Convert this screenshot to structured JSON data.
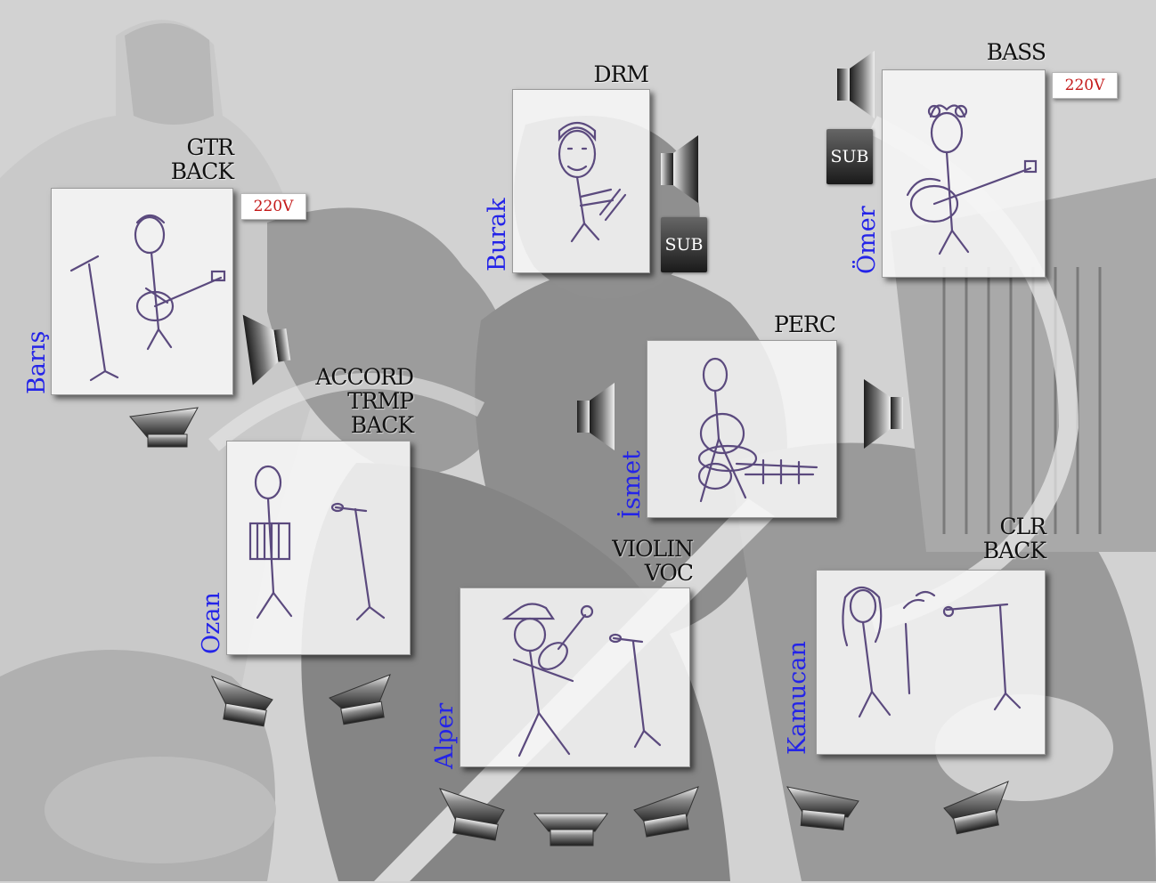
{
  "colors": {
    "name_color": "#2424e8",
    "volt_color": "#c41818"
  },
  "stations": {
    "baris": {
      "role": "GTR\nBACK",
      "name": "Barış",
      "volt": "220V"
    },
    "burak": {
      "role": "DRM",
      "name": "Burak",
      "sub": "SUB"
    },
    "omer": {
      "role": "BASS",
      "name": "Ömer",
      "volt": "220V",
      "sub": "SUB"
    },
    "ozan": {
      "role": "ACCORD\nTRMP\nBACK",
      "name": "Ozan"
    },
    "ismet": {
      "role": "PERC",
      "name": "İsmet"
    },
    "alper": {
      "role": "VIOLIN\nVOC",
      "name": "Alper"
    },
    "kamucan": {
      "role": "CLR\nBACK",
      "name": "Kamucan"
    }
  },
  "icons": [
    "speaker-icon",
    "floor-monitor-icon",
    "subwoofer-icon"
  ]
}
